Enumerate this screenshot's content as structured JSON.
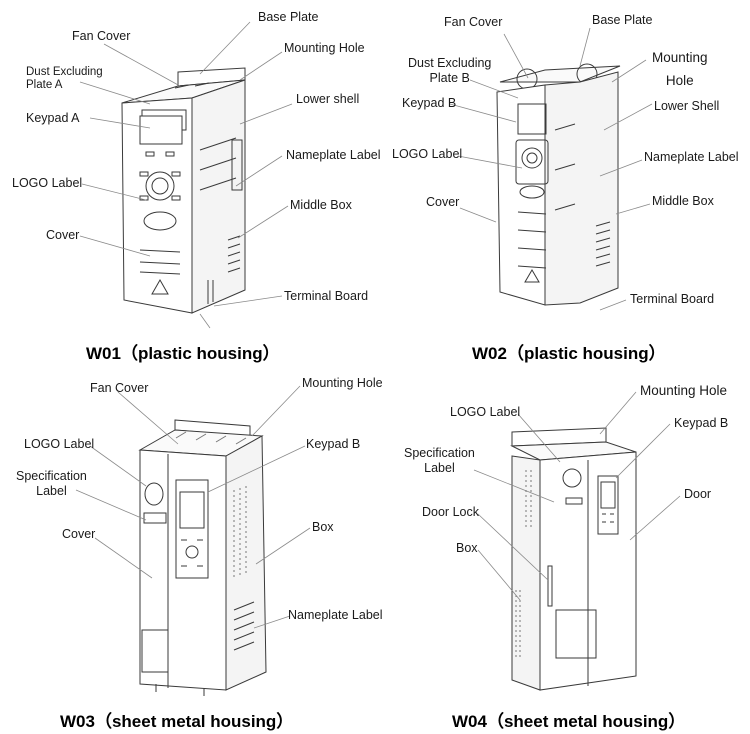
{
  "panels": {
    "w01": {
      "caption": "W01（plastic housing）",
      "labels": {
        "base_plate": "Base Plate",
        "fan_cover": "Fan Cover",
        "mounting_hole": "Mounting Hole",
        "dust_plate": "Dust Excluding\nPlate A",
        "lower_shell": "Lower shell",
        "keypad": "Keypad A",
        "nameplate": "Nameplate Label",
        "logo": "LOGO Label",
        "middle_box": "Middle Box",
        "cover": "Cover",
        "terminal_board": "Terminal Board"
      }
    },
    "w02": {
      "caption": "W02（plastic housing）",
      "labels": {
        "fan_cover": "Fan Cover",
        "base_plate": "Base Plate",
        "dust_plate": "Dust Excluding\nPlate B",
        "mounting_hole": "Mounting\nHole",
        "keypad": "Keypad B",
        "lower_shell": "Lower Shell",
        "logo": "LOGO Label",
        "nameplate": "Nameplate Label",
        "cover": "Cover",
        "middle_box": "Middle Box",
        "terminal_board": "Terminal Board"
      }
    },
    "w03": {
      "caption": "W03（sheet metal housing）",
      "labels": {
        "fan_cover": "Fan Cover",
        "mounting_hole": "Mounting Hole",
        "logo": "LOGO Label",
        "keypad": "Keypad B",
        "spec_label": "Specification\nLabel",
        "cover": "Cover",
        "box": "Box",
        "nameplate": "Nameplate Label"
      }
    },
    "w04": {
      "caption": "W04（sheet metal housing）",
      "labels": {
        "mounting_hole": "Mounting Hole",
        "logo": "LOGO Label",
        "keypad": "Keypad B",
        "spec_label": "Specification\nLabel",
        "door": "Door",
        "door_lock": "Door Lock",
        "box": "Box"
      }
    }
  },
  "colors": {
    "line": "#3a3a3a",
    "leader": "#8a8a8a",
    "text": "#1a1a1a"
  }
}
